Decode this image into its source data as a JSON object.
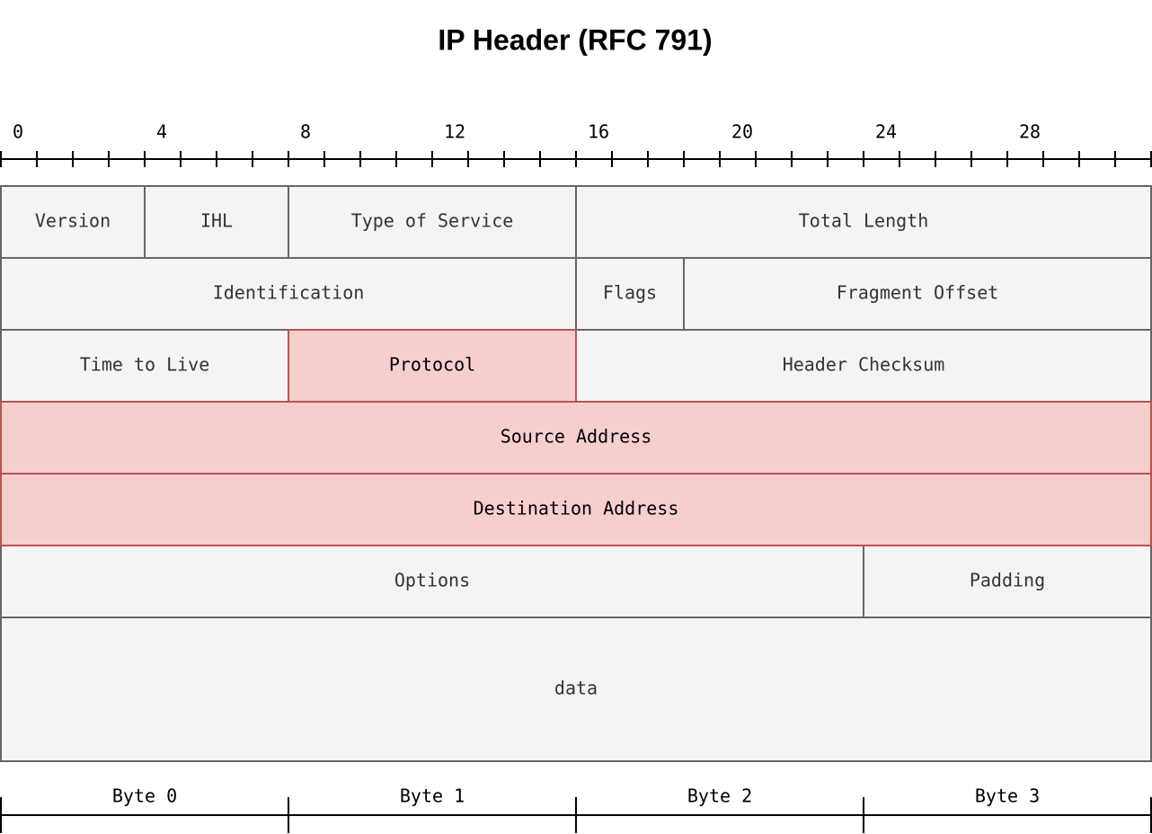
{
  "title": "IP Header (RFC 791)",
  "bit_ruler": {
    "total_bits": 32,
    "labels": [
      "0",
      "4",
      "8",
      "12",
      "16",
      "20",
      "24",
      "28"
    ]
  },
  "colors": {
    "field_fill": "#f4f4f4",
    "field_stroke": "#666666",
    "highlight_fill": "#f7cece",
    "highlight_stroke": "#b85450",
    "ruler_stroke": "#000000"
  },
  "rows": [
    {
      "height_words": 1,
      "fields": [
        {
          "name": "version",
          "label": "Version",
          "bits": 4,
          "highlight": false
        },
        {
          "name": "ihl",
          "label": "IHL",
          "bits": 4,
          "highlight": false
        },
        {
          "name": "type-of-service",
          "label": "Type of Service",
          "bits": 8,
          "highlight": false
        },
        {
          "name": "total-length",
          "label": "Total Length",
          "bits": 16,
          "highlight": false
        }
      ]
    },
    {
      "height_words": 1,
      "fields": [
        {
          "name": "identification",
          "label": "Identification",
          "bits": 16,
          "highlight": false
        },
        {
          "name": "flags",
          "label": "Flags",
          "bits": 3,
          "highlight": false
        },
        {
          "name": "fragment-offset",
          "label": "Fragment Offset",
          "bits": 13,
          "highlight": false
        }
      ]
    },
    {
      "height_words": 1,
      "fields": [
        {
          "name": "time-to-live",
          "label": "Time to Live",
          "bits": 8,
          "highlight": false
        },
        {
          "name": "protocol",
          "label": "Protocol",
          "bits": 8,
          "highlight": true
        },
        {
          "name": "header-checksum",
          "label": "Header Checksum",
          "bits": 16,
          "highlight": false
        }
      ]
    },
    {
      "height_words": 1,
      "fields": [
        {
          "name": "source-address",
          "label": "Source Address",
          "bits": 32,
          "highlight": true
        }
      ]
    },
    {
      "height_words": 1,
      "fields": [
        {
          "name": "destination-address",
          "label": "Destination Address",
          "bits": 32,
          "highlight": true
        }
      ]
    },
    {
      "height_words": 1,
      "fields": [
        {
          "name": "options",
          "label": "Options",
          "bits": 24,
          "highlight": false
        },
        {
          "name": "padding",
          "label": "Padding",
          "bits": 8,
          "highlight": false
        }
      ]
    },
    {
      "height_words": 2,
      "fields": [
        {
          "name": "data",
          "label": "data",
          "bits": 32,
          "highlight": false
        }
      ]
    }
  ],
  "bytes": [
    "Byte 0",
    "Byte 1",
    "Byte 2",
    "Byte 3"
  ]
}
